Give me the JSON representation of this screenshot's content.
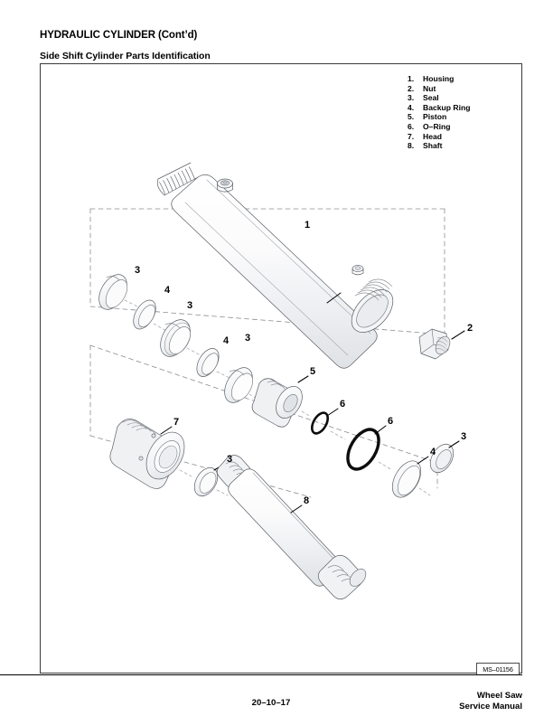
{
  "header": {
    "doc_title": "HYDRAULIC CYLINDER (Cont’d)",
    "section_title": "Side Shift Cylinder Parts Identification"
  },
  "parts_list": [
    {
      "num": "1.",
      "label": "Housing"
    },
    {
      "num": "2.",
      "label": "Nut"
    },
    {
      "num": "3.",
      "label": "Seal"
    },
    {
      "num": "4.",
      "label": "Backup Ring"
    },
    {
      "num": "5.",
      "label": "Piston"
    },
    {
      "num": "6.",
      "label": "O–Ring"
    },
    {
      "num": "7.",
      "label": "Head"
    },
    {
      "num": "8.",
      "label": "Shaft"
    }
  ],
  "illustration": {
    "ms_number": "MS–01156",
    "callouts": [
      {
        "id": "1",
        "label": "1",
        "part": "housing"
      },
      {
        "id": "2",
        "label": "2",
        "part": "nut"
      },
      {
        "id": "3a",
        "label": "3",
        "part": "seal"
      },
      {
        "id": "4a",
        "label": "4",
        "part": "backup-ring"
      },
      {
        "id": "3b",
        "label": "3",
        "part": "seal"
      },
      {
        "id": "4b",
        "label": "4",
        "part": "backup-ring"
      },
      {
        "id": "3c",
        "label": "3",
        "part": "seal"
      },
      {
        "id": "5",
        "label": "5",
        "part": "piston"
      },
      {
        "id": "6a",
        "label": "6",
        "part": "o-ring"
      },
      {
        "id": "6b",
        "label": "6",
        "part": "o-ring"
      },
      {
        "id": "4c",
        "label": "4",
        "part": "backup-ring"
      },
      {
        "id": "3d",
        "label": "3",
        "part": "seal"
      },
      {
        "id": "7",
        "label": "7",
        "part": "head"
      },
      {
        "id": "3e",
        "label": "3",
        "part": "seal"
      },
      {
        "id": "8",
        "label": "8",
        "part": "shaft"
      }
    ]
  },
  "footer": {
    "page_number": "20–10–17",
    "manual_line1": "Wheel Saw",
    "manual_line2": "Service Manual"
  }
}
